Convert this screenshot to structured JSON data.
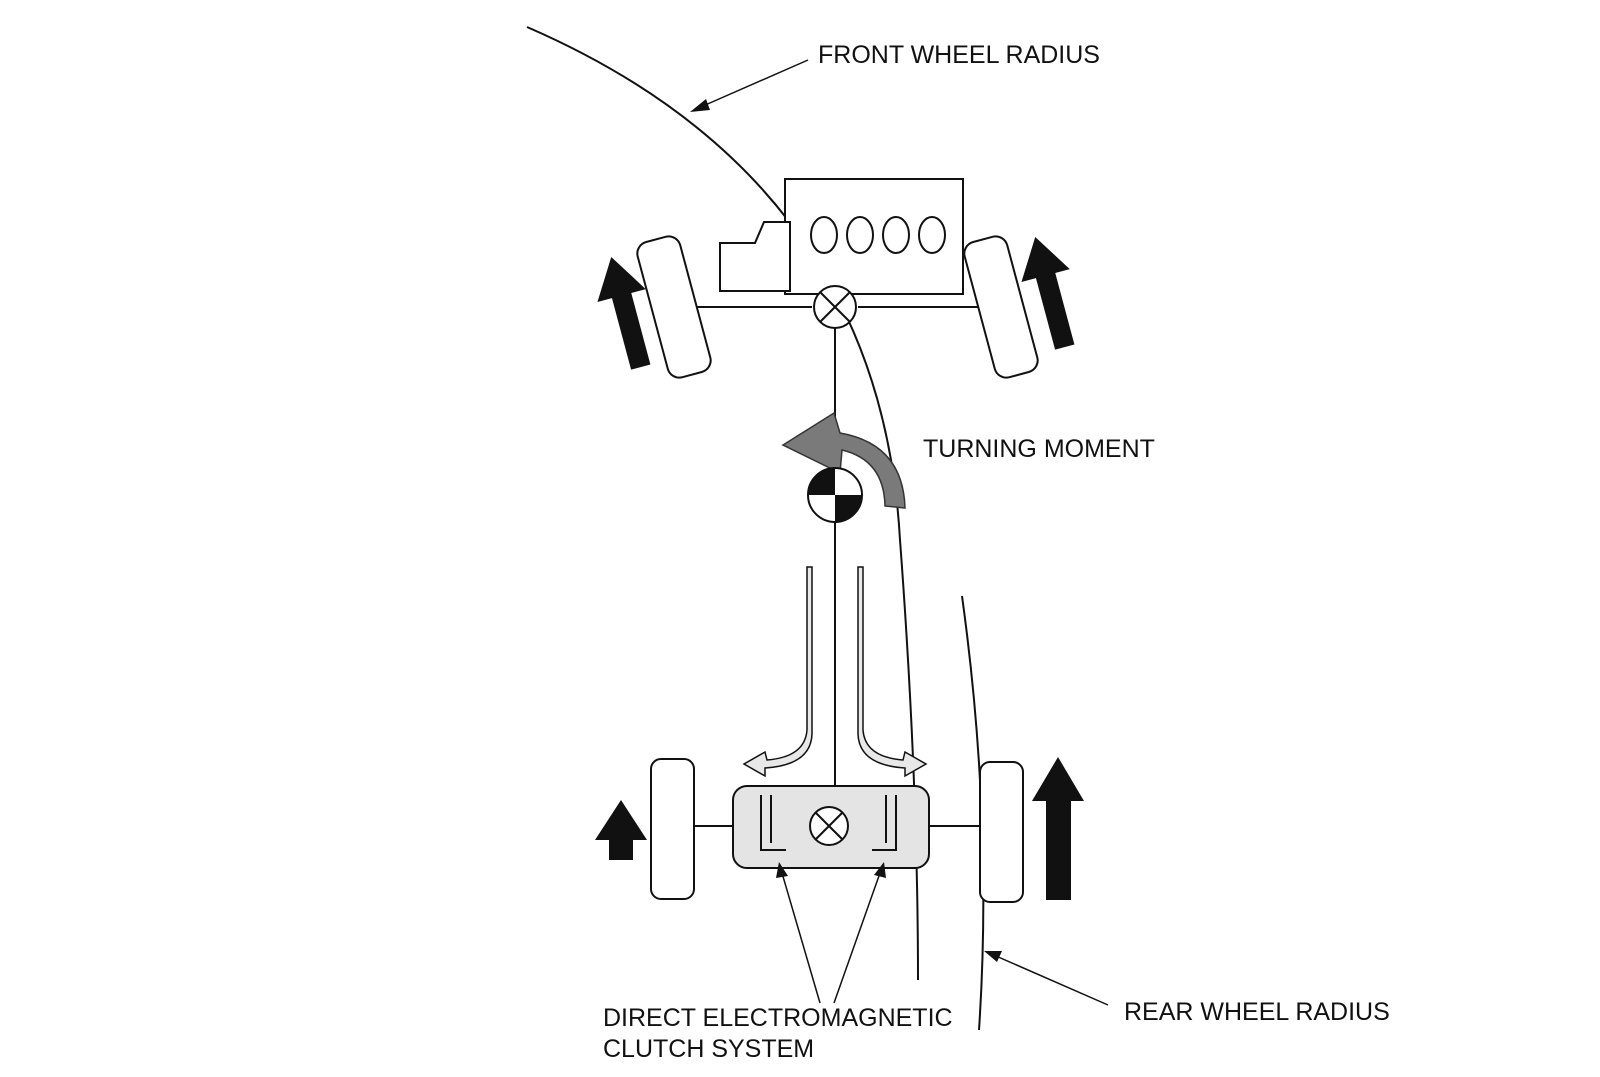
{
  "labels": {
    "front_wheel_radius": "FRONT WHEEL RADIUS",
    "turning_moment": "TURNING MOMENT",
    "rear_wheel_radius": "REAR WHEEL RADIUS",
    "clutch_line1": "DIRECT ELECTROMAGNETIC",
    "clutch_line2": "CLUTCH SYSTEM"
  },
  "colors": {
    "line": "#111111",
    "turning_arrow": "#7a7a7a",
    "torque_arrow_fill": "#e8e8e8",
    "rear_unit_fill": "#e4e4e4"
  }
}
